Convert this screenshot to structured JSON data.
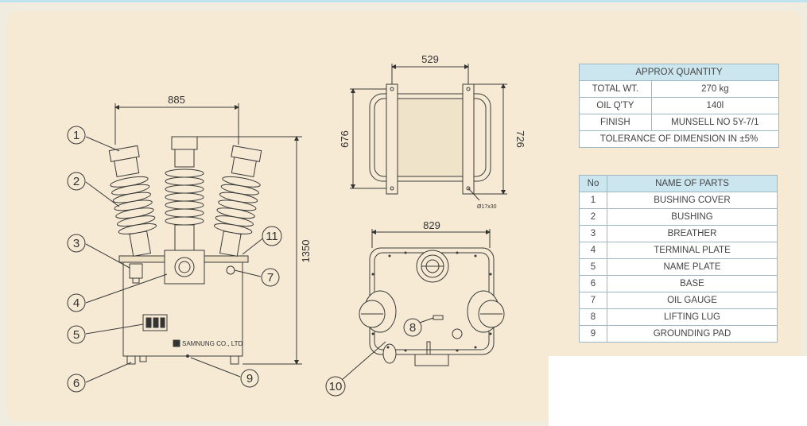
{
  "dimensions": {
    "front_width": "885",
    "front_height": "1350",
    "top_width": "529",
    "top_inner": "676",
    "top_outer": "726",
    "hole": "Ø17x30",
    "bottom_width": "829"
  },
  "callouts": [
    "1",
    "2",
    "3",
    "4",
    "5",
    "6",
    "7",
    "8",
    "9",
    "10",
    "11"
  ],
  "nameplate": {
    "company": "SAMNUNG CO., LTD"
  },
  "approx_quantity": {
    "title": "APPROX QUANTITY",
    "rows": [
      {
        "label": "TOTAL WT.",
        "value": "270 kg"
      },
      {
        "label": "OIL Q'TY",
        "value": "140l"
      },
      {
        "label": "FINISH",
        "value": "MUNSELL NO 5Y-7/1"
      }
    ],
    "tolerance": "TOLERANCE OF DIMENSION IN ±5%"
  },
  "parts": {
    "header_no": "No",
    "header_name": "NAME OF PARTS",
    "rows": [
      {
        "no": "1",
        "name": "BUSHING COVER"
      },
      {
        "no": "2",
        "name": "BUSHING"
      },
      {
        "no": "3",
        "name": "BREATHER"
      },
      {
        "no": "4",
        "name": "TERMINAL PLATE"
      },
      {
        "no": "5",
        "name": "NAME PLATE"
      },
      {
        "no": "6",
        "name": "BASE"
      },
      {
        "no": "7",
        "name": "OIL GAUGE"
      },
      {
        "no": "8",
        "name": "LIFTING LUG"
      },
      {
        "no": "9",
        "name": "GROUNDING PAD"
      }
    ]
  },
  "colors": {
    "line": "#3a3a3a",
    "table_header": "#cbe6ee",
    "table_border": "#9fb7c2"
  }
}
